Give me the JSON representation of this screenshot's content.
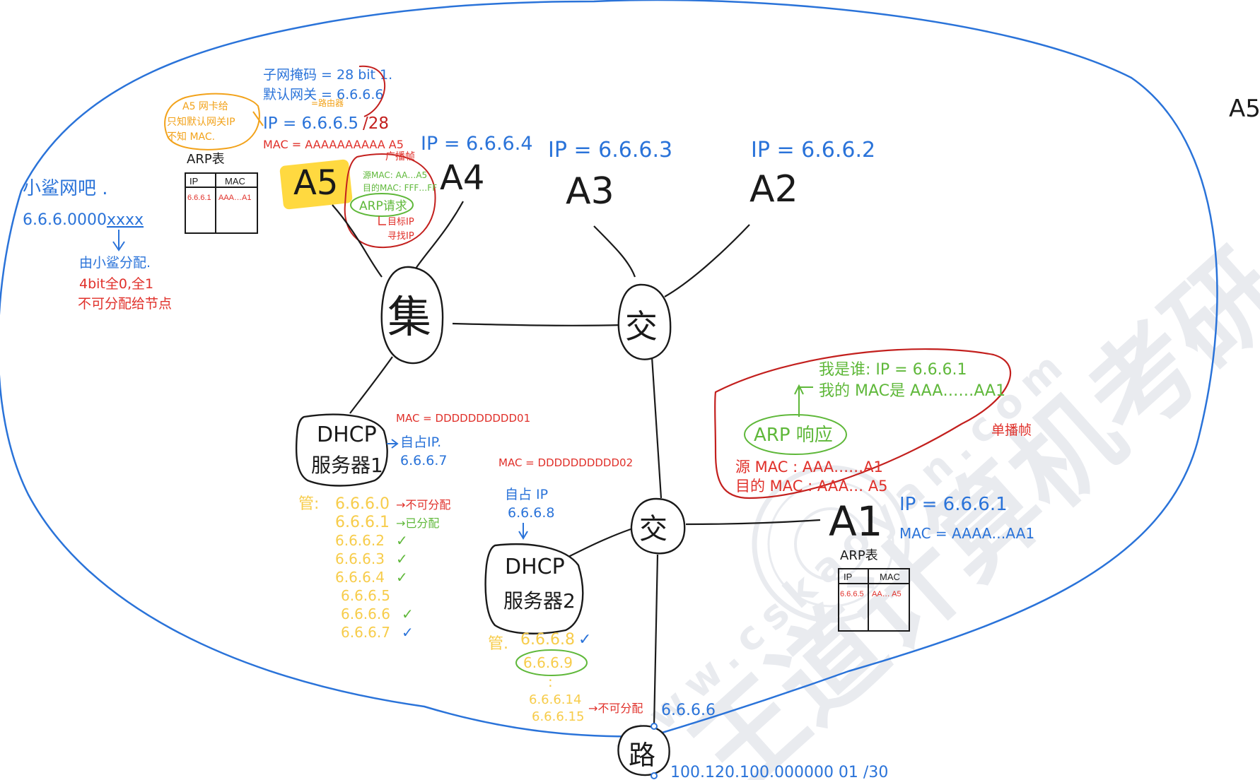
{
  "colors": {
    "blue": "#2a73d9",
    "red": "#e0302a",
    "dark_red": "#c3201e",
    "green": "#5fb83a",
    "orange": "#f2a21a",
    "yellow": "#f7cc4a",
    "highlight": "#ffd21f",
    "black": "#1a1a1a",
    "watermark": "#d8dbe3"
  },
  "network_label": "小鲨网吧 .",
  "network_address": "6.6.6.0000",
  "network_host_bits": "xxxx",
  "network_note1": "由小鲨分配.",
  "network_note2": "4bit全0,全1",
  "network_note3": "不可分配给节点",
  "corner_label": "A5",
  "a5": {
    "subnet_mask": "子网掩码 = 28 bit 1.",
    "gateway": "默认网关 = 6.6.6.6",
    "gateway_note": "=路由器",
    "ip": "IP = 6.6.6.5",
    "prefix": "/28",
    "mac": "MAC = AAAAAAAAAA A5",
    "note1": "A5 网卡给",
    "note2": "只知默认网关IP",
    "note3": "不知 MAC.",
    "arp_title": "ARP表",
    "arp_head_ip": "IP",
    "arp_head_mac": "MAC",
    "arp_row_ip": "6.6.6.1",
    "arp_row_mac": "AAA…A1",
    "label": "A5"
  },
  "arp_request": {
    "broadcast_note": "广播帧",
    "src_mac": "源MAC: AA…A5",
    "dst_mac": "目的MAC: FFF…FF",
    "title": "ARP请求",
    "target1": "目标IP",
    "target2": "寻找IP"
  },
  "hosts": {
    "a4_ip": "IP = 6.6.6.4",
    "a4": "A4",
    "a3_ip": "IP = 6.6.6.3",
    "a3": "A3",
    "a2_ip": "IP = 6.6.6.2",
    "a2": "A2"
  },
  "devices": {
    "hub": "集",
    "switch1": "交",
    "switch2": "交",
    "router": "路"
  },
  "dhcp1": {
    "line1": "DHCP",
    "line2": "服务器1",
    "mac": "MAC = DDDDDDDDDD01",
    "self_ip1": "自占IP.",
    "self_ip2": "6.6.6.7",
    "manage": "管:",
    "pool": [
      {
        "ip": "6.6.6.0",
        "note": "→不可分配"
      },
      {
        "ip": "6.6.6.1",
        "note": "→已分配"
      },
      {
        "ip": "6.6.6.2",
        "note": "✓"
      },
      {
        "ip": "6.6.6.3",
        "note": "✓"
      },
      {
        "ip": "6.6.6.4",
        "note": "✓"
      },
      {
        "ip": "6.6.6.5",
        "note": ""
      },
      {
        "ip": "6.6.6.6",
        "note": "✓"
      },
      {
        "ip": "6.6.6.7",
        "note": "✓"
      }
    ]
  },
  "dhcp2": {
    "line1": "DHCP",
    "line2": "服务器2",
    "mac": "MAC = DDDDDDDDDD02",
    "self_ip1": "自占 IP",
    "self_ip2": "6.6.6.8",
    "manage": "管.",
    "pool1": "6.6.6.8",
    "pool1_note": "✓",
    "pool2": "6.6.6.9",
    "dots": ":",
    "pool3": "6.6.6.14",
    "pool4": "6.6.6.15",
    "pool4_note": "→不可分配"
  },
  "arp_reply": {
    "who1": "我是谁: IP = 6.6.6.1",
    "who2": "我的 MAC是 AAA……AA1",
    "title": "ARP 响应",
    "src_mac": "源 MAC : AAA……A1",
    "dst_mac": "目的 MAC : AAA… A5",
    "unicast": "单播帧"
  },
  "a1": {
    "label": "A1",
    "ip": "IP = 6.6.6.1",
    "mac": "MAC = AAAA…AA1",
    "arp_title": "ARP表",
    "arp_head_ip": "IP",
    "arp_head_mac": "MAC",
    "arp_row_ip": "6.6.6.5",
    "arp_row_mac": "AA… A5"
  },
  "router_ip": "6.6.6.6",
  "router_wan": "100.120.100.000000 01 /30",
  "watermark": {
    "brand": "王道计算机考研",
    "url": "www.cskaoyan.com"
  }
}
